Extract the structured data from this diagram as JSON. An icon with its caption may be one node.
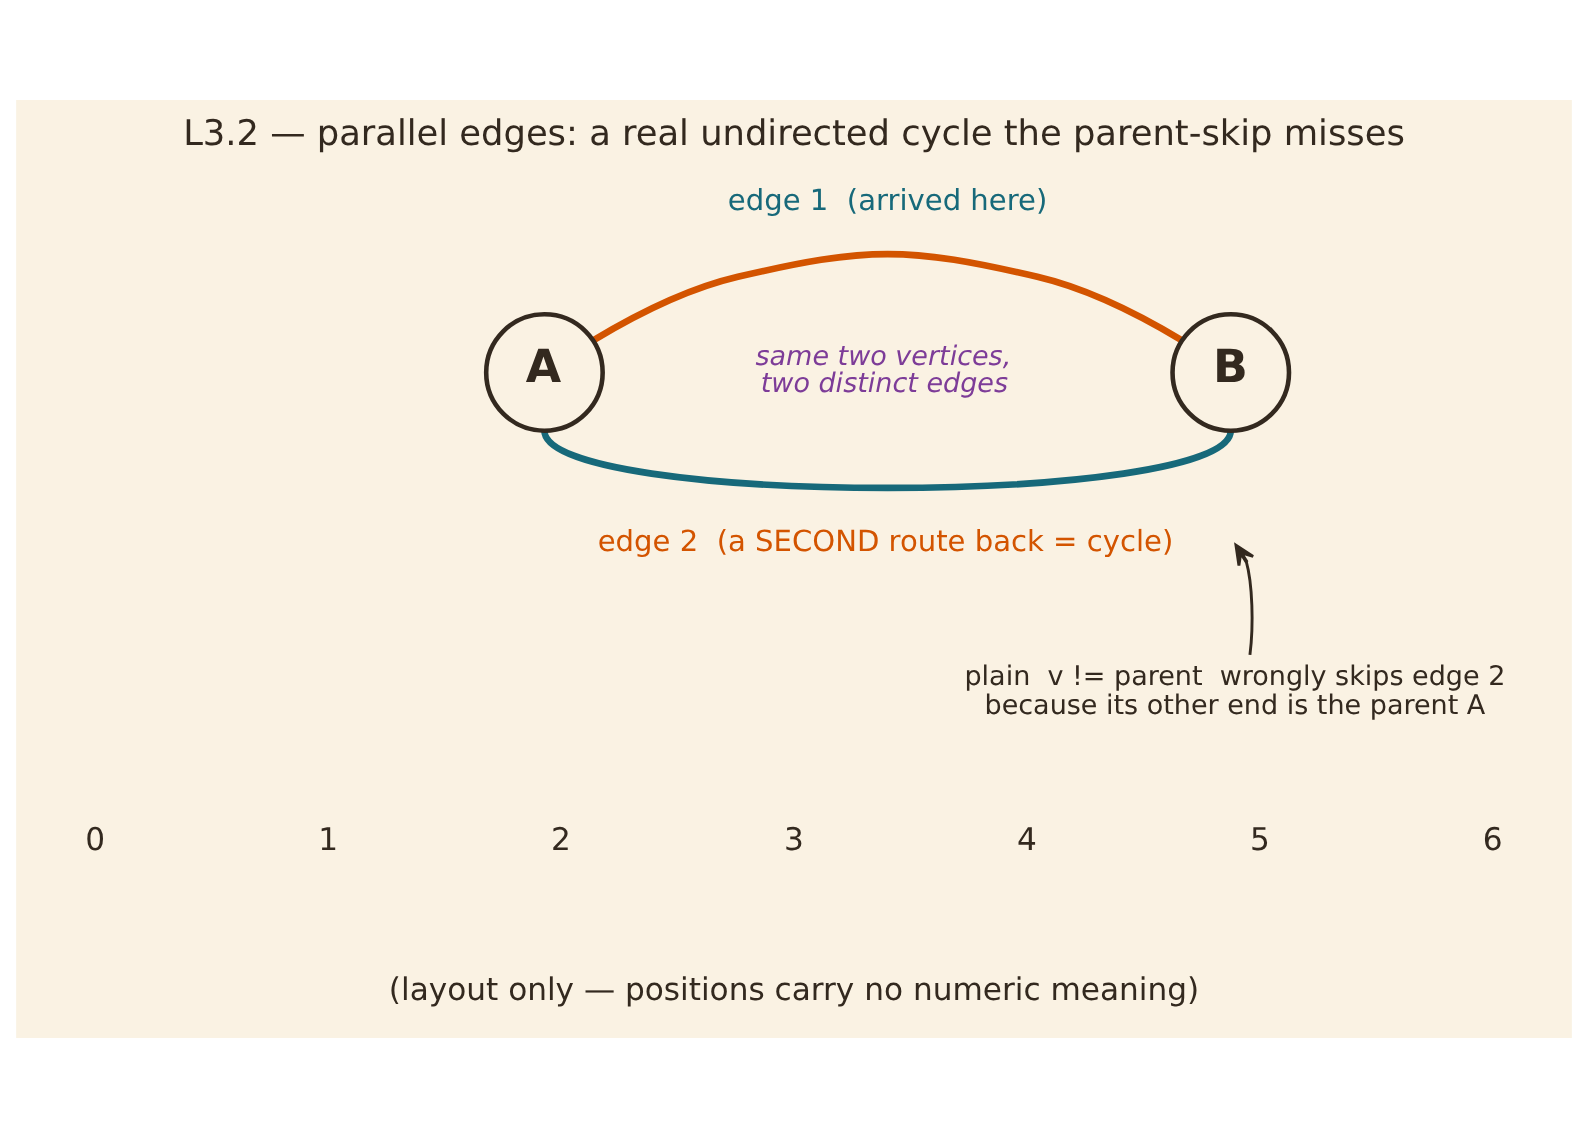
{
  "diagram": {
    "title": "L3.2 — parallel edges: a real undirected cycle the parent-skip misses",
    "nodes": [
      {
        "text": [
          "A"
        ]
      },
      {
        "text": [
          "B"
        ]
      },
      {
        "text": [
          "plain  v != parent  wrongly skips edge 2 because its other end is the parent A"
        ]
      }
    ],
    "edges": [
      {
        "from": 0,
        "to": 1,
        "arrow": "none",
        "color": "#d35400"
      },
      {
        "from": 0,
        "to": 1,
        "arrow": "none",
        "color": "#17697a"
      },
      {
        "from": 2,
        "to": null,
        "arrow": "to",
        "color": "#33291f"
      }
    ],
    "labels": [
      "edge 1  (arrived here)",
      "same two vertices, two distinct edges",
      "edge 2  (a SECOND route back = cycle)",
      "0",
      "1",
      "2",
      "3",
      "4",
      "5",
      "6",
      "(layout only — positions carry no numeric meaning)"
    ]
  }
}
